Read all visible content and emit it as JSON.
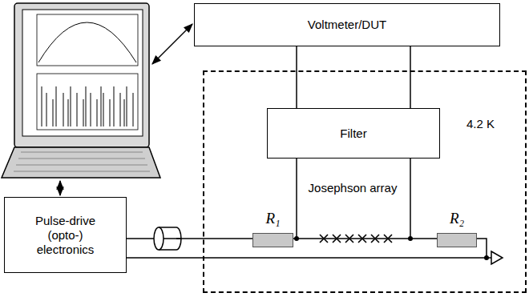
{
  "diagram": {
    "nodes": [
      {
        "text": [
          "Voltmeter/DUT"
        ]
      },
      {
        "text": [
          "Pulse-drive (opto-) electronics"
        ]
      },
      {
        "text": [
          "4.2 K"
        ]
      },
      {
        "text": [
          "Filter"
        ],
        "in": 2
      },
      {
        "text": [
          "R₁"
        ],
        "in": 2
      },
      {
        "text": [
          "R₂"
        ],
        "in": 2
      }
    ],
    "edges": [
      {
        "from": 0,
        "to": 3,
        "arrow": "none"
      },
      {
        "from": 0,
        "to": 3,
        "arrow": "none"
      },
      {
        "from": 1,
        "to": 4,
        "arrow": "none"
      },
      {
        "from": 4,
        "to": 5,
        "arrow": "none"
      }
    ],
    "labels": [
      "Josephson array"
    ]
  }
}
